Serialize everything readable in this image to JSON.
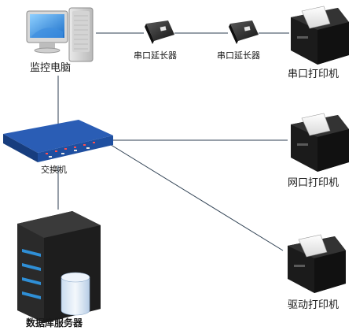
{
  "nodes": {
    "monitor_pc": "监控电脑",
    "extender_1": "串口延长器",
    "extender_2": "串口延长器",
    "serial_printer": "串口打印机",
    "switch": "交换机",
    "network_printer": "网口打印机",
    "driver_printer": "驱动打印机",
    "db_server": "数据库服务器"
  },
  "icons": {
    "monitor_pc": "desktop-computer-icon",
    "extender": "serial-extender-icon",
    "printer": "receipt-printer-icon",
    "switch": "network-switch-icon",
    "server": "database-server-icon"
  },
  "colors": {
    "line": "#2c3e50",
    "switch_body": "#1f4fa0",
    "printer_body": "#1b1b1b",
    "server_body": "#2a2a2a",
    "server_accent": "#2f8fd6"
  }
}
